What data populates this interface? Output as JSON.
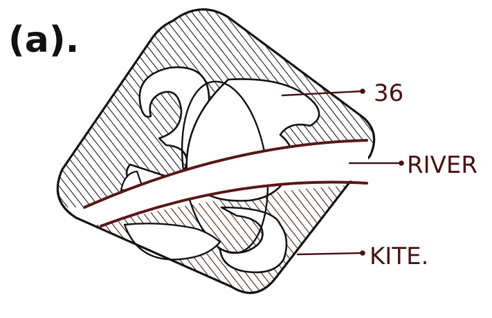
{
  "figure": {
    "label": "(a).",
    "ink_color": "#111111",
    "river_color": "#5a1616",
    "hatch_color": "#1a1a1a",
    "hatch_color_lower": "#4a1a1a",
    "background": "#ffffff"
  },
  "callouts": [
    {
      "id": "36",
      "text": "36"
    },
    {
      "id": "river",
      "text": "RIVER"
    },
    {
      "id": "kite",
      "text": "KITE."
    }
  ]
}
